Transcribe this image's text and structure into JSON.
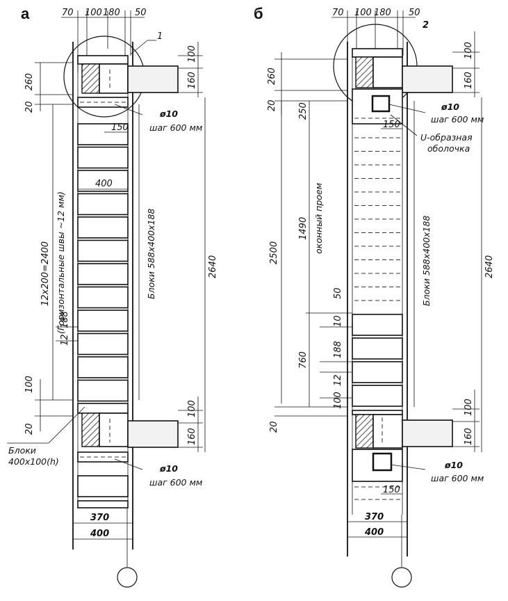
{
  "panels": [
    {
      "letter": "а",
      "top_dims": [
        "70",
        "100",
        "180",
        "50"
      ],
      "callout": "1",
      "left_dims": [
        "260",
        "20",
        "100",
        "20"
      ],
      "vertical_main": "12x200=2400",
      "vertical_note": "(Горизонтальные швы ~12 мм)",
      "joint_dims": [
        "188",
        "12"
      ],
      "block_width": "400",
      "rebar_upper": "150",
      "right_dims_top": [
        "100",
        "160"
      ],
      "right_dims_bottom": [
        "100",
        "160"
      ],
      "rebar_label": "ø10",
      "rebar_step": "шаг 600 мм",
      "rebar_label_2": "ø10",
      "rebar_step_2": "шаг 600 мм",
      "blocks_label": "Блоки 588x400x188",
      "total_height": "2640",
      "small_blocks_line1": "Блоки",
      "small_blocks_line2": "400x100(h)",
      "bottom_dims": [
        "370",
        "400"
      ]
    },
    {
      "letter": "б",
      "top_dims": [
        "70",
        "100",
        "180",
        "50"
      ],
      "callout": "2",
      "left_dims": [
        "260",
        "20",
        "250",
        "2500",
        "20"
      ],
      "opening_height": "1490",
      "opening_label": "оконный проем",
      "lower_dims": [
        "50",
        "10",
        "188",
        "760",
        "12",
        "100"
      ],
      "rebar_upper": "150",
      "rebar_lower": "150",
      "right_dims_top": [
        "100",
        "160"
      ],
      "right_dims_bottom": [
        "100",
        "160"
      ],
      "rebar_label": "ø10",
      "rebar_step": "шаг 600 мм",
      "u_shell_line1": "U-образная",
      "u_shell_line2": "оболочка",
      "rebar_label_2": "ø10",
      "rebar_step_2": "шаг 600 мм",
      "blocks_label": "Блоки 588x400x188",
      "total_height": "2640",
      "bottom_dims": [
        "370",
        "400"
      ]
    }
  ]
}
